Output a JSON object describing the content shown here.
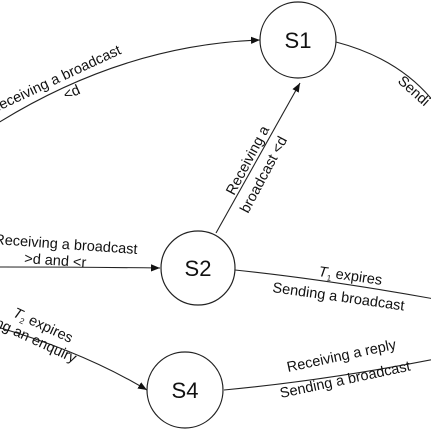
{
  "diagram": {
    "nodes": [
      {
        "id": "S1",
        "label": "S1"
      },
      {
        "id": "S2",
        "label": "S2"
      },
      {
        "id": "S4",
        "label": "S4"
      }
    ],
    "edges": [
      {
        "id": "left-to-s1",
        "line1": "Receiving a broadcast",
        "line2": "<d"
      },
      {
        "id": "s1-to-right",
        "line1": "Sendi"
      },
      {
        "id": "s2-to-s1",
        "line1": "Receiving a",
        "line2": "broadcast <d"
      },
      {
        "id": "left-to-s2",
        "line1": "Receiving a broadcast",
        "line2": ">d and <r"
      },
      {
        "id": "s2-to-right",
        "line1_var": "T",
        "line1_sub": "1",
        "line1_rest": " expires",
        "line2": "Sending a broadcast"
      },
      {
        "id": "left-to-s4",
        "line1_var": "T",
        "line1_sub": "2",
        "line1_rest": " expires",
        "line2": "Broadcasting an enquiry"
      },
      {
        "id": "s4-to-right",
        "line1": "Receiving a reply",
        "line2": "Sending a broadcast"
      }
    ]
  }
}
